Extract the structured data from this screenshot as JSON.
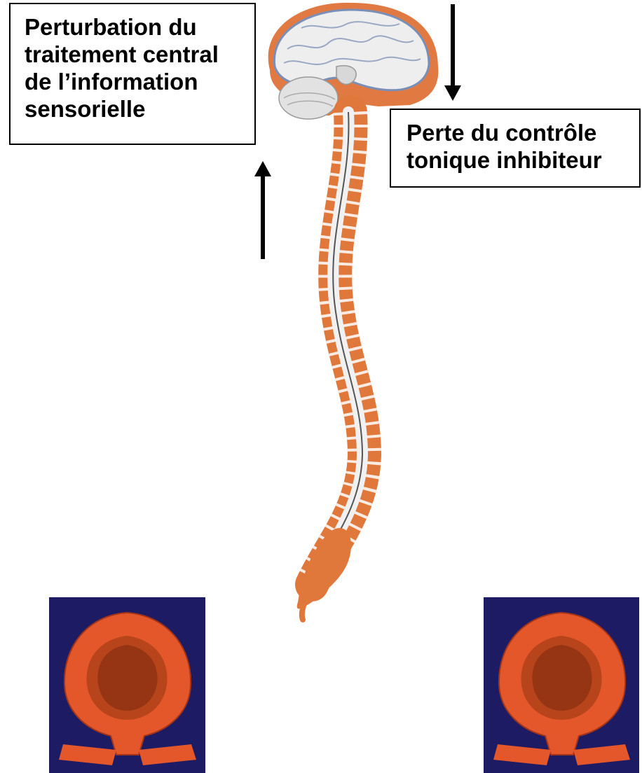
{
  "left_box": {
    "lines": [
      "Perturbation du",
      "traitement central",
      "de l’information",
      "sensorielle"
    ]
  },
  "right_box": {
    "lines": [
      "Perte du contrôle",
      "tonique inhibiteur"
    ]
  },
  "arrows": {
    "left": "upward",
    "right": "downward"
  },
  "illustrations": {
    "brain_spine": "brain-and-spinal-cord",
    "bladder": "bladder-cross-section"
  },
  "colors": {
    "box_border": "#000000",
    "bone": "#e0783c",
    "cord": "#d8d8d8",
    "bladder_bg": "#1d1b63",
    "bladder_tissue": "#e4572a"
  }
}
